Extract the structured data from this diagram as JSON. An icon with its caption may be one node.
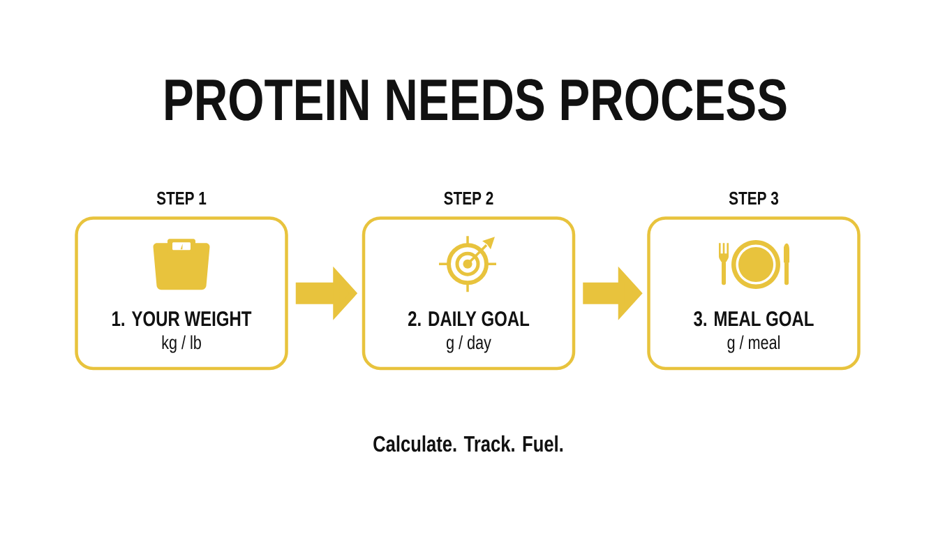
{
  "diagram": {
    "title": "PROTEIN NEEDS PROCESS",
    "nodes": [
      {
        "text": [
          "STEP 1",
          "1. YOUR WEIGHT",
          "kg / lb"
        ]
      },
      {
        "text": [
          "STEP 2",
          "2. DAILY GOAL",
          "g / day"
        ]
      },
      {
        "text": [
          "STEP 3",
          "3. MEAL GOAL",
          "g / meal"
        ]
      }
    ],
    "edges": [
      {
        "from": 0,
        "to": 1,
        "arrow": "to"
      },
      {
        "from": 1,
        "to": 2,
        "arrow": "to"
      }
    ],
    "caption": "Calculate. Track. Fuel."
  }
}
